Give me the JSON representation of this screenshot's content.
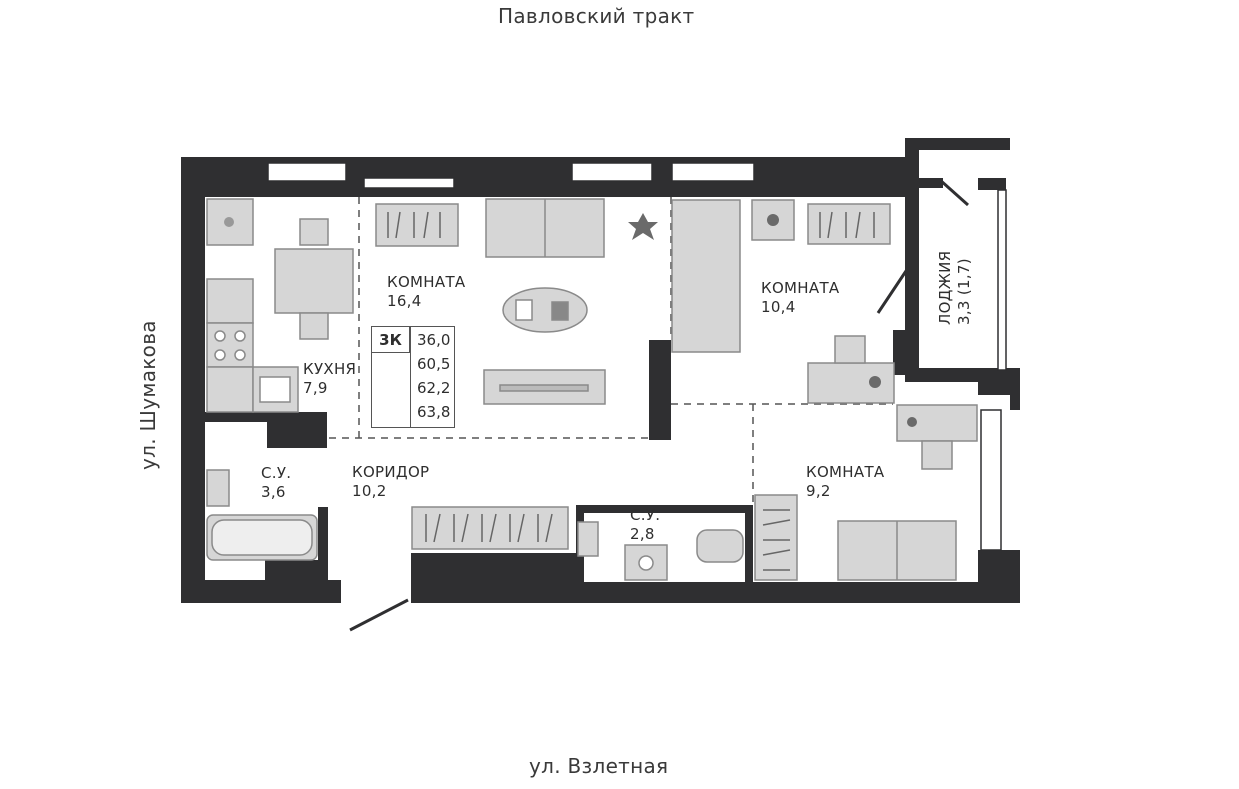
{
  "streets": {
    "top": "Павловский тракт",
    "left": "ул. Шумакова",
    "bottom": "ул. Взлетная"
  },
  "rooms": {
    "living": {
      "name": "КОМНАТА",
      "area": "16,4"
    },
    "bedroom1": {
      "name": "КОМНАТА",
      "area": "10,4"
    },
    "bedroom2": {
      "name": "КОМНАТА",
      "area": "9,2"
    },
    "kitchen": {
      "name": "КУХНЯ",
      "area": "7,9"
    },
    "bath1": {
      "name": "С.У.",
      "area": "3,6"
    },
    "bath2": {
      "name": "С.У.",
      "area": "2,8"
    },
    "corridor": {
      "name": "КОРИДОР",
      "area": "10,2"
    },
    "loggia": {
      "name": "ЛОДЖИЯ",
      "area": "3,3 (1,7)"
    }
  },
  "apartment": {
    "type": "3К",
    "areas": [
      "36,0",
      "60,5",
      "62,2",
      "63,8"
    ]
  },
  "colors": {
    "wall": "#2f2f31",
    "furniture": "#d6d6d6",
    "furniture_stroke": "#8a8a8a"
  }
}
